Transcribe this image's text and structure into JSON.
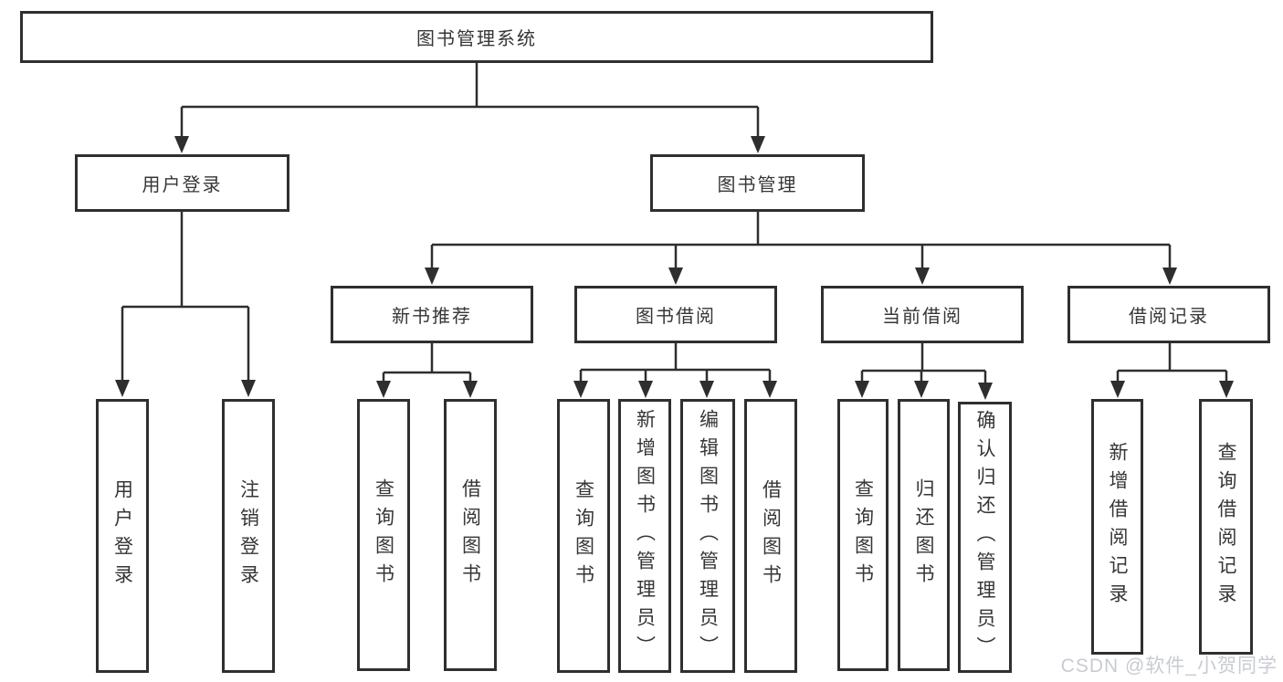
{
  "colors": {
    "background": "#ffffff",
    "line": "#2e2e2e",
    "box_border": "#2f2f2f",
    "box_fill": "#ffffff",
    "text": "#363636",
    "watermark": "#c8cbd1"
  },
  "diagram": {
    "type": "tree",
    "root": {
      "label": "图书管理系统",
      "children": [
        {
          "label": "用户登录",
          "children": [
            {
              "label": "用户登录"
            },
            {
              "label": "注销登录"
            }
          ]
        },
        {
          "label": "图书管理",
          "children": [
            {
              "label": "新书推荐",
              "children": [
                {
                  "label": "查询图书"
                },
                {
                  "label": "借阅图书"
                }
              ]
            },
            {
              "label": "图书借阅",
              "children": [
                {
                  "label": "查询图书"
                },
                {
                  "label": "新增图书（管理员）"
                },
                {
                  "label": "编辑图书（管理员）"
                },
                {
                  "label": "借阅图书"
                }
              ]
            },
            {
              "label": "当前借阅",
              "children": [
                {
                  "label": "查询图书"
                },
                {
                  "label": "归还图书"
                },
                {
                  "label": "确认归还（管理员）"
                }
              ]
            },
            {
              "label": "借阅记录",
              "children": [
                {
                  "label": "新增借阅记录"
                },
                {
                  "label": "查询借阅记录"
                }
              ]
            }
          ]
        }
      ]
    }
  },
  "watermark": "CSDN @软件_小贺同学"
}
